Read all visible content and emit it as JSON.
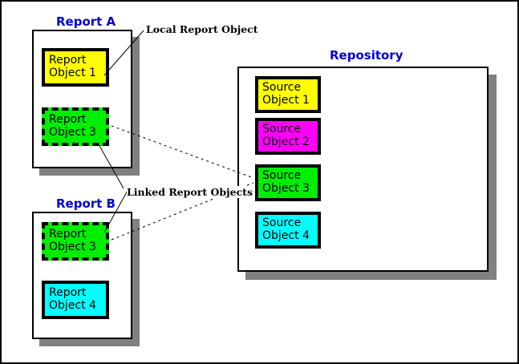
{
  "diagram": {
    "title_color": "#0000d0",
    "shadow_color": "#808080",
    "panels": [
      {
        "id": "report-a",
        "title": "Report A"
      },
      {
        "id": "report-b",
        "title": "Report B"
      },
      {
        "id": "repository",
        "title": "Repository"
      }
    ],
    "report_a": {
      "title": "Report A",
      "objects": [
        {
          "line1": "Report",
          "line2": "Object 1",
          "color": "#ffff00",
          "border": "solid"
        },
        {
          "line1": "Report",
          "line2": "Object 3",
          "color": "#00ee00",
          "border": "dashed"
        }
      ]
    },
    "report_b": {
      "title": "Report B",
      "objects": [
        {
          "line1": "Report",
          "line2": "Object 3",
          "color": "#00ee00",
          "border": "dashed"
        },
        {
          "line1": "Report",
          "line2": "Object 4",
          "color": "#00ffff",
          "border": "solid"
        }
      ]
    },
    "repository": {
      "title": "Repository",
      "objects": [
        {
          "line1": "Source",
          "line2": "Object 1",
          "color": "#ffff00",
          "border": "solid"
        },
        {
          "line1": "Source",
          "line2": "Object 2",
          "color": "#ff00ff",
          "border": "solid"
        },
        {
          "line1": "Source",
          "line2": "Object 3",
          "color": "#00ee00",
          "border": "solid"
        },
        {
          "line1": "Source",
          "line2": "Object 4",
          "color": "#00ffff",
          "border": "solid"
        }
      ]
    },
    "annotations": [
      {
        "id": "local-report-object",
        "text": "Local Report Object"
      },
      {
        "id": "linked-report-objects",
        "text": "Linked Report Objects"
      }
    ]
  }
}
